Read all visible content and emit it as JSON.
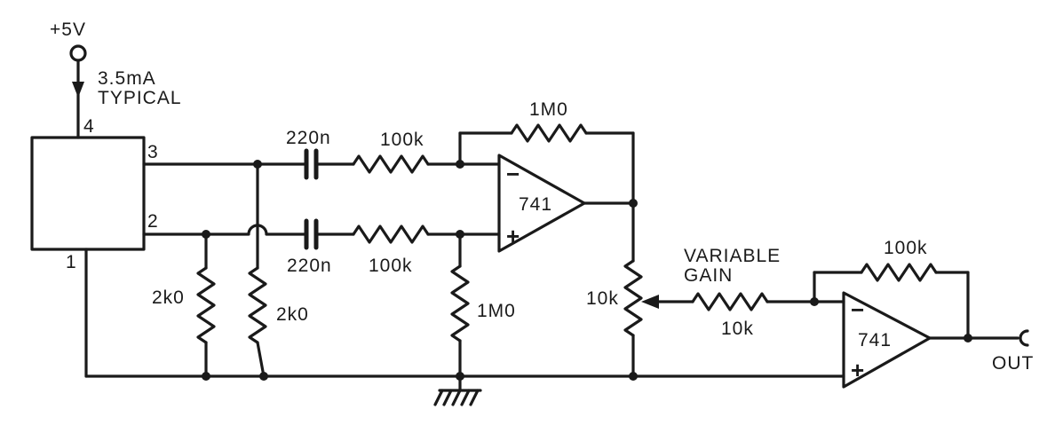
{
  "supply": {
    "voltage": "+5V",
    "current_line1": "3.5mA",
    "current_line2": "TYPICAL"
  },
  "ic": {
    "pin_4": "4",
    "pin_3": "3",
    "pin_2": "2",
    "pin_1": "1"
  },
  "stage1": {
    "cap_top": "220n",
    "cap_bottom": "220n",
    "res_top": "100k",
    "res_bottom": "100k",
    "feedback": "1M0",
    "ground_res": "1M0",
    "opamp": "741",
    "minus": "−",
    "plus": "+"
  },
  "loads": {
    "left": "2k0",
    "right": "2k0"
  },
  "gain": {
    "label_line1": "VARIABLE",
    "label_line2": "GAIN",
    "pot": "10k",
    "input_res": "10k",
    "feedback": "100k",
    "opamp": "741",
    "minus": "−",
    "plus": "+"
  },
  "output": {
    "label": "OUT"
  }
}
